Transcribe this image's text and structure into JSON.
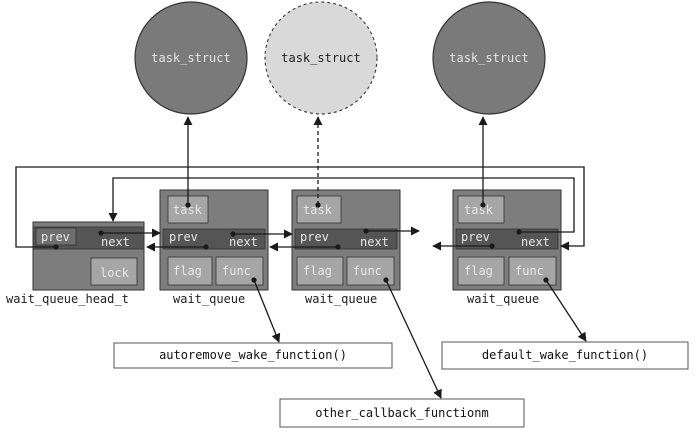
{
  "circles": {
    "task_struct_1": "task_struct",
    "task_struct_2": "task_struct",
    "task_struct_3": "task_struct"
  },
  "head": {
    "prev": "prev",
    "next": "next",
    "lock": "lock",
    "caption": "wait_queue_head_t"
  },
  "queues": [
    {
      "task": "task",
      "prev": "prev",
      "next": "next",
      "flag": "flag",
      "func": "func",
      "caption": "wait_queue"
    },
    {
      "task": "task",
      "prev": "prev",
      "next": "next",
      "flag": "flag",
      "func": "func",
      "caption": "wait_queue"
    },
    {
      "task": "task",
      "prev": "prev",
      "next": "next",
      "flag": "flag",
      "func": "func",
      "caption": "wait_queue"
    }
  ],
  "functions": {
    "autoremove": "autoremove_wake_function()",
    "other": "other_callback_functionm",
    "default": "default_wake_function()"
  },
  "colors": {
    "circle_fill": "#7a7a7a",
    "circle_dashed_fill": "#d9d9d9",
    "struct_fill": "#7d7d7d",
    "field_fill": "#a6a6a6",
    "band_fill": "#555555",
    "wire": "#1a1a1a"
  }
}
